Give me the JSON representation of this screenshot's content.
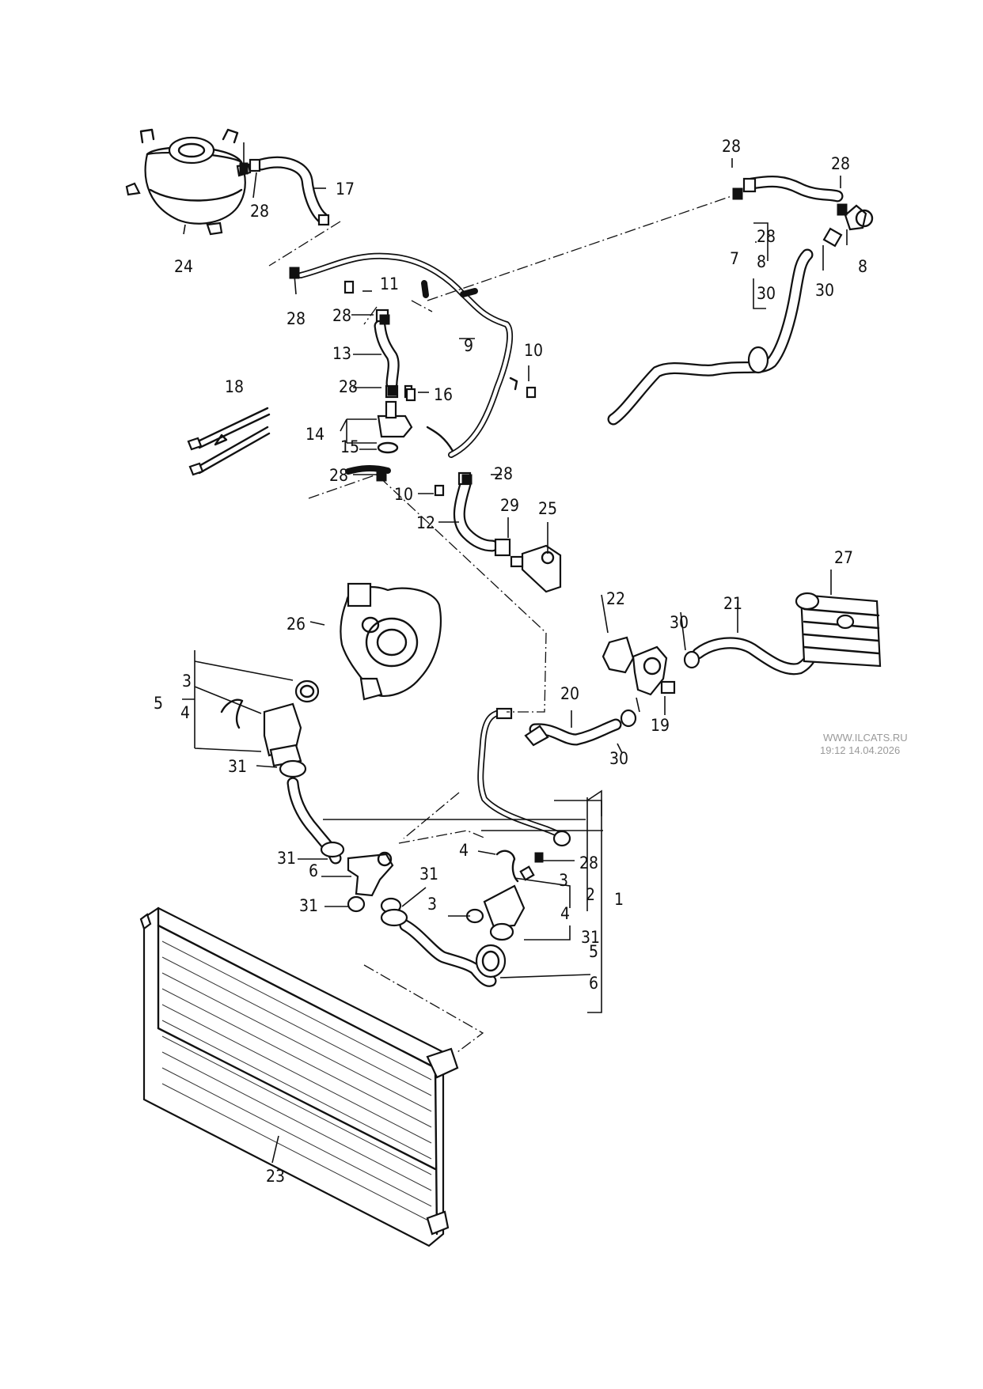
{
  "callouts": {
    "c1": "1",
    "c2": "2",
    "c3a": "3",
    "c3b": "3",
    "c3c": "3",
    "c4a": "4",
    "c4b": "4",
    "c4c": "4",
    "c5a": "5",
    "c5b": "5",
    "c6a": "6",
    "c6b": "6",
    "c7": "7",
    "c8a": "8",
    "c8b": "8",
    "c9": "9",
    "c10a": "10",
    "c10b": "10",
    "c11": "11",
    "c12": "12",
    "c13": "13",
    "c14": "14",
    "c15": "15",
    "c16": "16",
    "c17": "17",
    "c18": "18",
    "c19": "19",
    "c20": "20",
    "c21": "21",
    "c22": "22",
    "c23": "23",
    "c24": "24",
    "c25": "25",
    "c26": "26",
    "c27": "27",
    "c28a": "28",
    "c28b": "28",
    "c28c": "28",
    "c28d": "28",
    "c28e": "28",
    "c28f": "28",
    "c28g": "28",
    "c28h": "28",
    "c28i": "28",
    "c28j": "28",
    "c29": "29",
    "c30a": "30",
    "c30b": "30",
    "c30c": "30",
    "c30d": "30",
    "c31a": "31",
    "c31b": "31",
    "c31c": "31",
    "c31d": "31",
    "c31e": "31"
  },
  "watermark": {
    "site": "WWW.ILCATS.RU",
    "timestamp": "19:12 14.04.2026"
  }
}
